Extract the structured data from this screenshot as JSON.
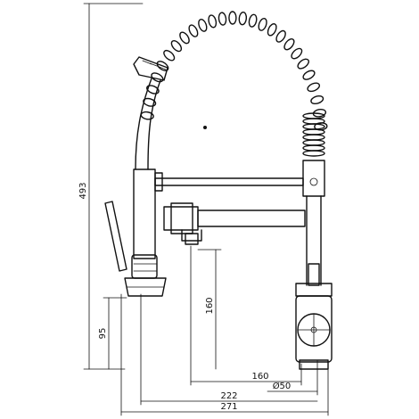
{
  "drawing": {
    "dimensions": {
      "total_height": "493",
      "base_height": "95",
      "spout_height": "160",
      "spout_reach": "160",
      "base_diameter": "Ø50",
      "inner_width": "222",
      "total_width": "271"
    }
  }
}
